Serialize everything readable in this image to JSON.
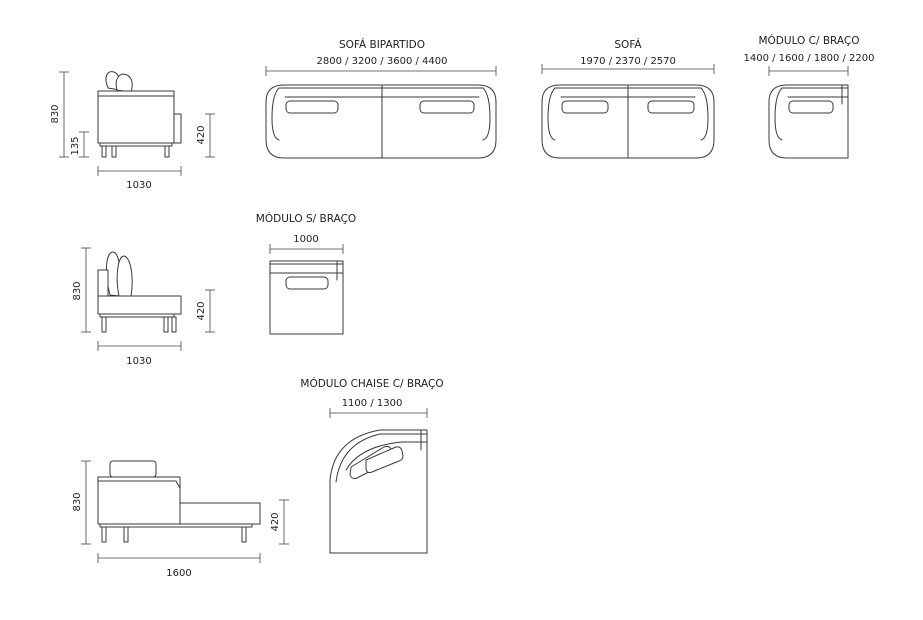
{
  "titles": {
    "sofa_bipartido": "SOFÁ BIPARTIDO",
    "sofa": "SOFÁ",
    "modulo_c_braco": "MÓDULO C/ BRAÇO",
    "modulo_s_braco": "MÓDULO S/ BRAÇO",
    "modulo_chaise": "MÓDULO CHAISE C/ BRAÇO"
  },
  "dimensions": {
    "sofa_bipartido_widths": "2800 / 3200 / 3600 / 4400",
    "sofa_widths": "1970 / 2370 / 2570",
    "modulo_c_braco_widths": "1400 / 1600 / 1800 / 2200",
    "modulo_s_braco_width": "1000",
    "modulo_chaise_widths": "1100 / 1300",
    "side1_height": "830",
    "side1_foot": "135",
    "side1_seat": "420",
    "side1_depth": "1030",
    "side2_height": "830",
    "side2_seat": "420",
    "side2_depth": "1030",
    "side3_height": "830",
    "side3_seat": "420",
    "side3_depth": "1600"
  }
}
